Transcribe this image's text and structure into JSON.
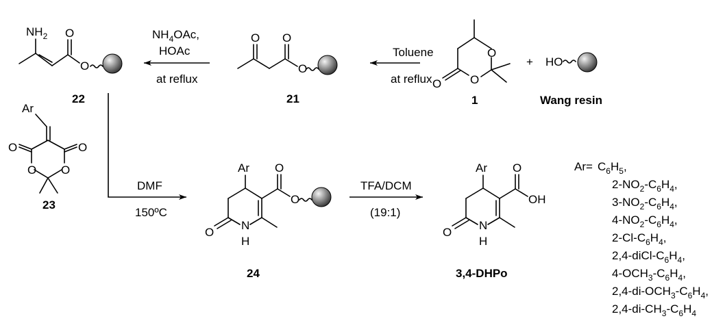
{
  "compounds": {
    "c1": "1",
    "wang_resin": "Wang resin",
    "c21": "21",
    "c22": "22",
    "c23": "23",
    "c24": "24",
    "dhpo": "3,4-DHPo"
  },
  "atoms": {
    "O": "O",
    "HO": "HO",
    "H": "H",
    "N": "N",
    "OH": "OH",
    "Ar": "Ar",
    "NH": "NH",
    "sub2": "2",
    "plus": "+"
  },
  "reagents": {
    "step1_top": "Toluene",
    "step1_bottom": "at reflux",
    "step2_line1_main": "NH",
    "step2_line1_sub": "4",
    "step2_line1_tail": "OAc,",
    "step2_line2": "HOAc",
    "step2_bottom": "at reflux",
    "step3_top": "DMF",
    "step3_bottom": "150ºC",
    "step4_top": "TFA/DCM",
    "step4_bottom": "(19:1)"
  },
  "ar_list": {
    "prefix": "Ar=",
    "items": [
      [
        {
          "t": "C"
        },
        {
          "s": "6"
        },
        {
          "t": "H"
        },
        {
          "s": "5"
        },
        {
          "t": ","
        }
      ],
      [
        {
          "t": "2-NO"
        },
        {
          "s": "2"
        },
        {
          "t": "-C"
        },
        {
          "s": "6"
        },
        {
          "t": "H"
        },
        {
          "s": "4"
        },
        {
          "t": ","
        }
      ],
      [
        {
          "t": "3-NO"
        },
        {
          "s": "2"
        },
        {
          "t": "-C"
        },
        {
          "s": "6"
        },
        {
          "t": "H"
        },
        {
          "s": "4"
        },
        {
          "t": ","
        }
      ],
      [
        {
          "t": "4-NO"
        },
        {
          "s": "2"
        },
        {
          "t": "-C"
        },
        {
          "s": "6"
        },
        {
          "t": "H"
        },
        {
          "s": "4"
        },
        {
          "t": ","
        }
      ],
      [
        {
          "t": "2-Cl-C"
        },
        {
          "s": "6"
        },
        {
          "t": "H"
        },
        {
          "s": "4"
        },
        {
          "t": ","
        }
      ],
      [
        {
          "t": "2,4-diCl-C"
        },
        {
          "s": "6"
        },
        {
          "t": "H"
        },
        {
          "s": "4"
        },
        {
          "t": ","
        }
      ],
      [
        {
          "t": "4-OCH"
        },
        {
          "s": "3"
        },
        {
          "t": "-C"
        },
        {
          "s": "6"
        },
        {
          "t": "H"
        },
        {
          "s": "4"
        },
        {
          "t": ","
        }
      ],
      [
        {
          "t": "2,4-di-OCH"
        },
        {
          "s": "3"
        },
        {
          "t": "-C"
        },
        {
          "s": "6"
        },
        {
          "t": "H"
        },
        {
          "s": "4"
        },
        {
          "t": ","
        }
      ],
      [
        {
          "t": "2,4-di-CH"
        },
        {
          "s": "3"
        },
        {
          "t": "-C"
        },
        {
          "s": "6"
        },
        {
          "t": "H"
        },
        {
          "s": "4"
        }
      ]
    ]
  },
  "colors": {
    "bead_light": "#f4f4f4",
    "bead_dark": "#3a3a3a"
  }
}
